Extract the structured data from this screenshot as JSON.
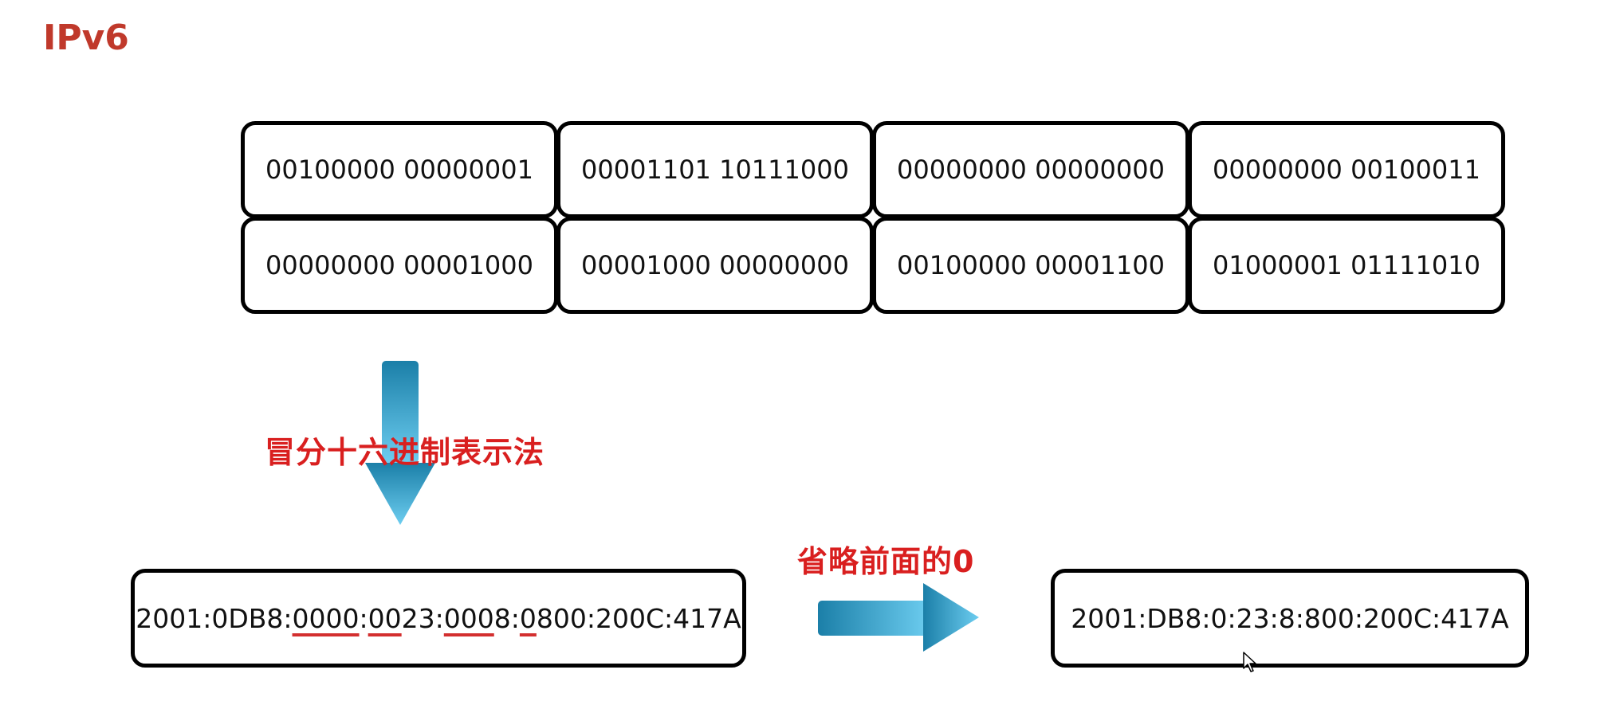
{
  "title": "IPv6",
  "binary_grid": {
    "rows": [
      [
        "00100000 00000001",
        "00001101 10111000",
        "00000000 00000000",
        "00000000 00100011"
      ],
      [
        "00000000 00001000",
        "00001000 00000000",
        "00100000 00001100",
        "01000001 01111010"
      ]
    ]
  },
  "labels": {
    "hex_notation": "冒分十六进制表示法",
    "omit_leading_zeros": "省略前面的0"
  },
  "full_address": {
    "parts": [
      "2001:0DB8:",
      "0000",
      ":",
      "00",
      "23:",
      "000",
      "8:",
      "0",
      "800:200C:417A"
    ]
  },
  "compressed_address": "2001:DB8:0:23:8:800:200C:417A",
  "colors": {
    "title": "#c0392b",
    "labels": "#d91f1f",
    "underline": "#d32f2f",
    "arrow_dark": "#1b7fa8",
    "arrow_light": "#6dcdf0"
  },
  "icons": {
    "down_arrow": "down-arrow-icon",
    "right_arrow": "right-arrow-icon",
    "cursor": "mouse-cursor-icon"
  }
}
